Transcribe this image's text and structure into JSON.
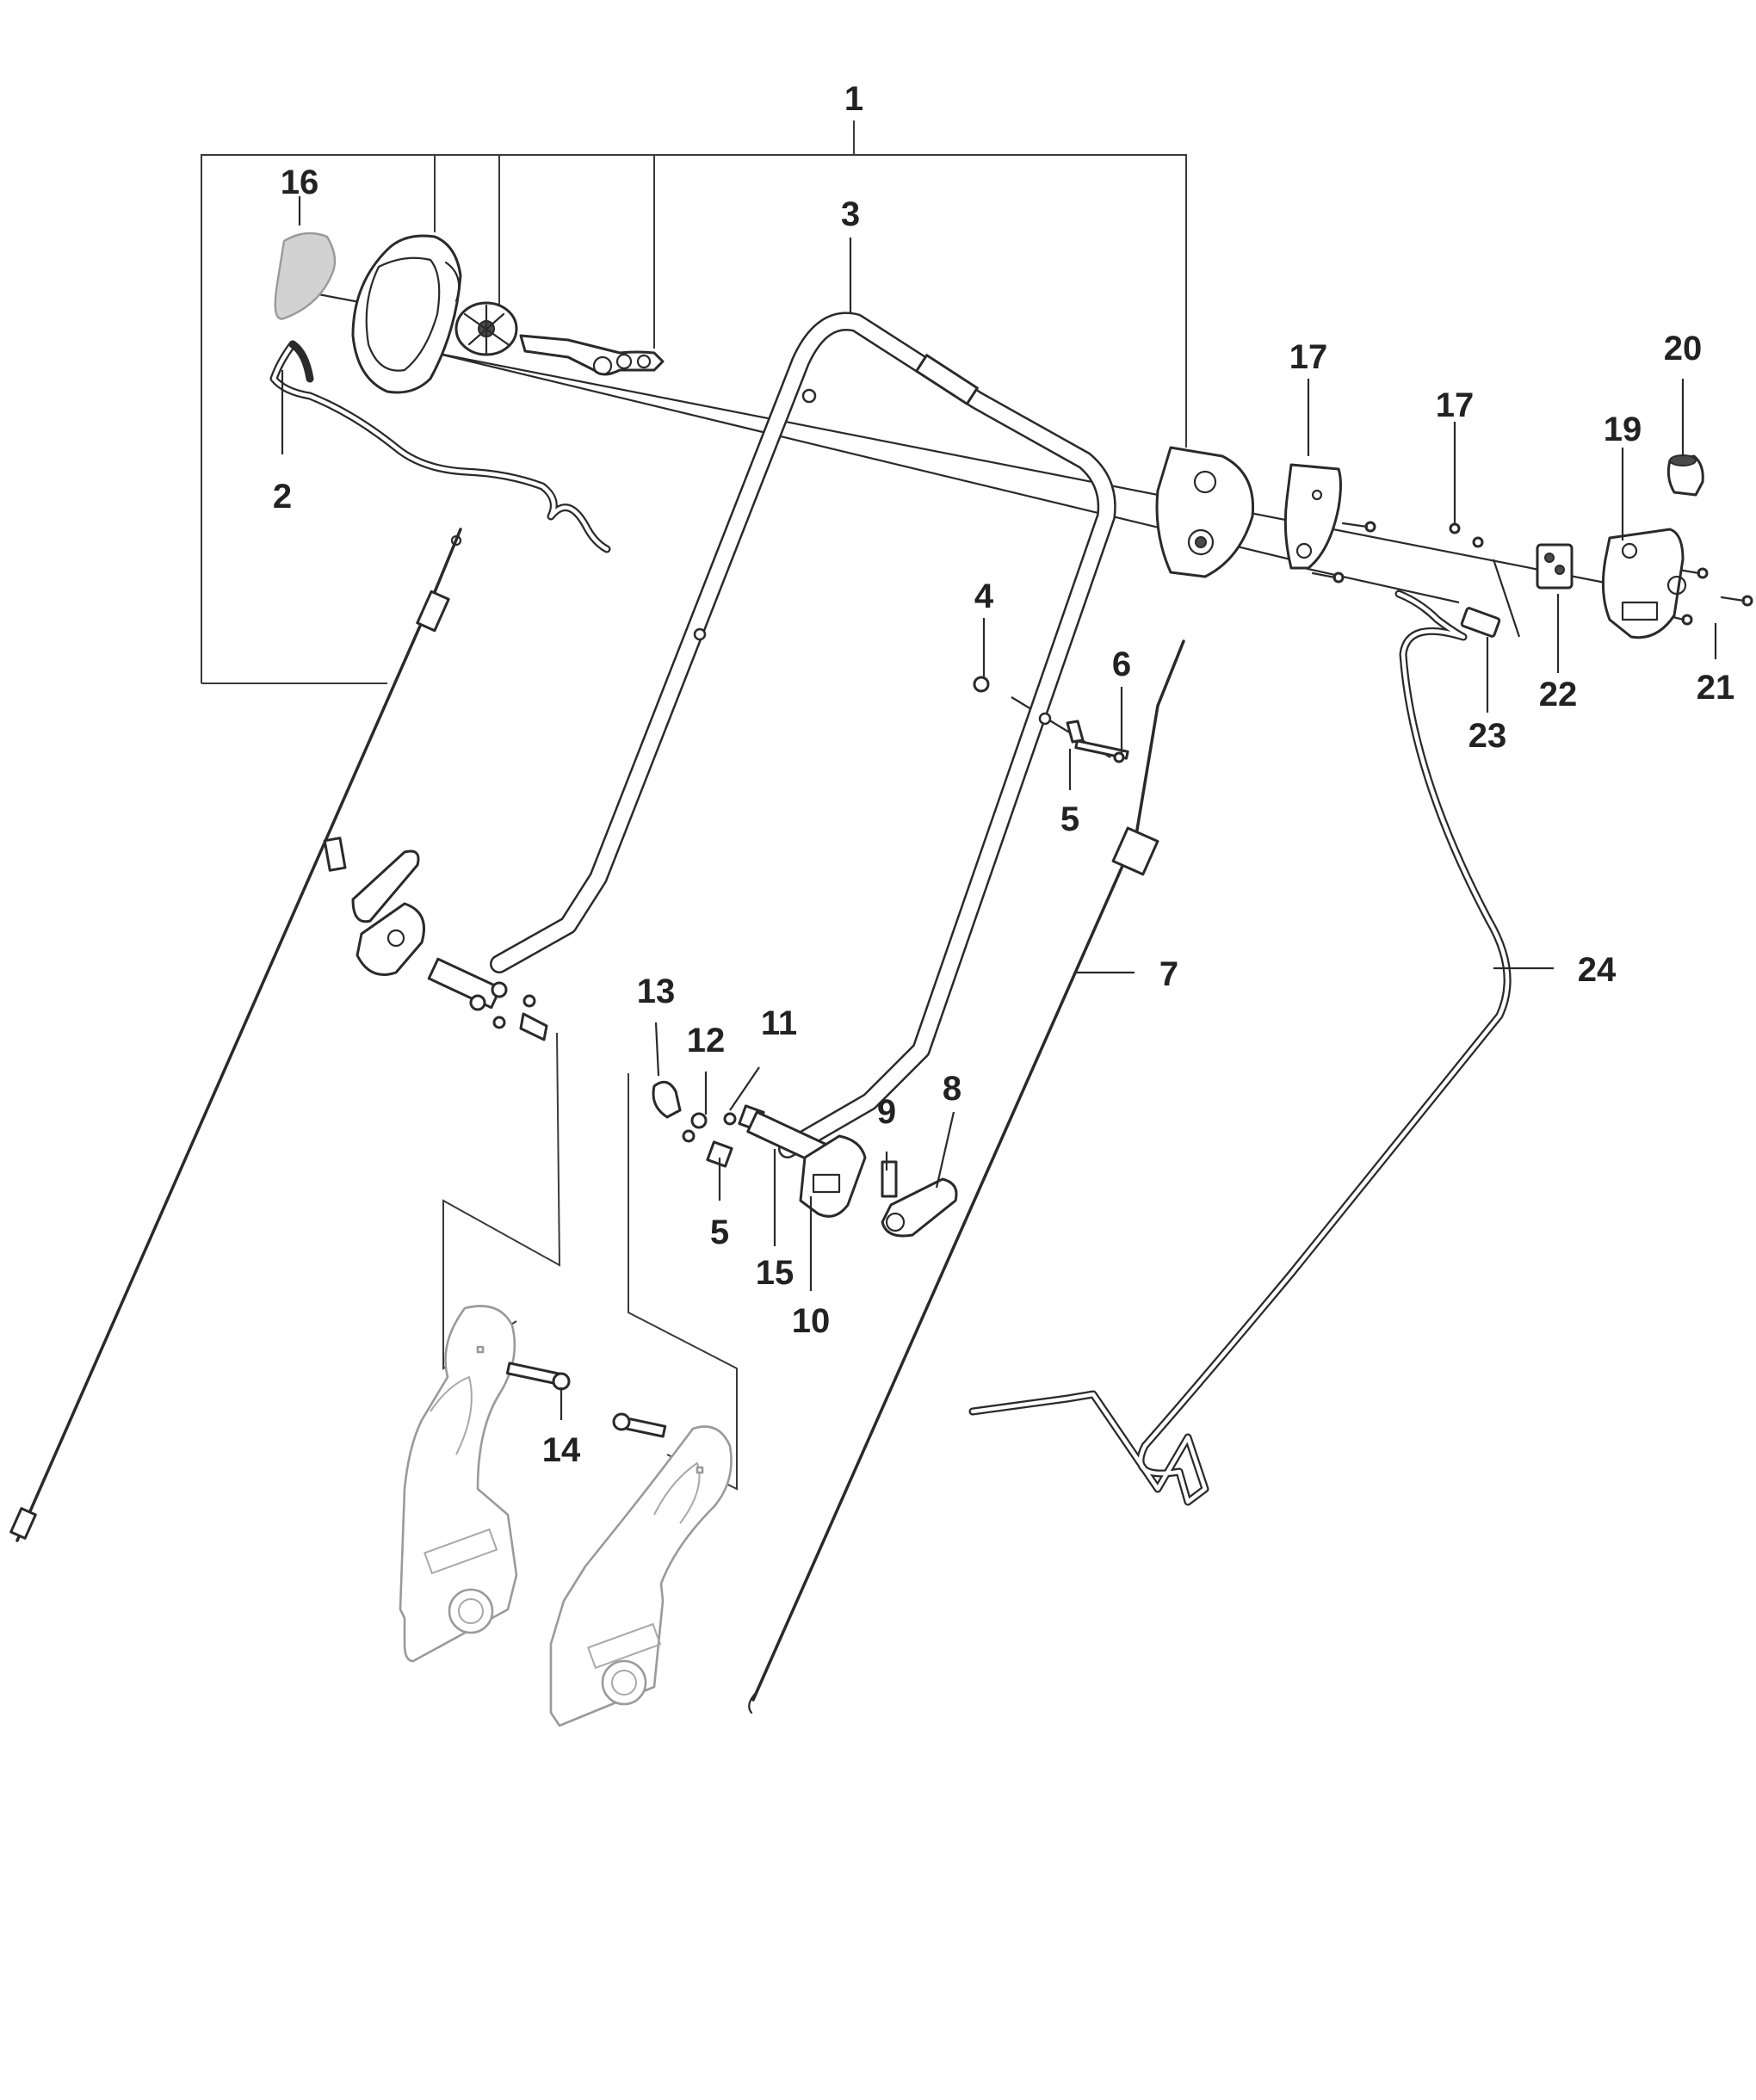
{
  "diagram": {
    "callouts": [
      {
        "id": "c1",
        "label": "1"
      },
      {
        "id": "c2",
        "label": "2"
      },
      {
        "id": "c3",
        "label": "3"
      },
      {
        "id": "c4",
        "label": "4"
      },
      {
        "id": "c5a",
        "label": "5"
      },
      {
        "id": "c5b",
        "label": "5"
      },
      {
        "id": "c6",
        "label": "6"
      },
      {
        "id": "c7",
        "label": "7"
      },
      {
        "id": "c8",
        "label": "8"
      },
      {
        "id": "c9",
        "label": "9"
      },
      {
        "id": "c10",
        "label": "10"
      },
      {
        "id": "c11",
        "label": "11"
      },
      {
        "id": "c12",
        "label": "12"
      },
      {
        "id": "c13",
        "label": "13"
      },
      {
        "id": "c14",
        "label": "14"
      },
      {
        "id": "c15",
        "label": "15"
      },
      {
        "id": "c16",
        "label": "16"
      },
      {
        "id": "c17a",
        "label": "17"
      },
      {
        "id": "c17b",
        "label": "17"
      },
      {
        "id": "c19",
        "label": "19"
      },
      {
        "id": "c20",
        "label": "20"
      },
      {
        "id": "c21",
        "label": "21"
      },
      {
        "id": "c22",
        "label": "22"
      },
      {
        "id": "c23",
        "label": "23"
      },
      {
        "id": "c24",
        "label": "24"
      }
    ]
  }
}
